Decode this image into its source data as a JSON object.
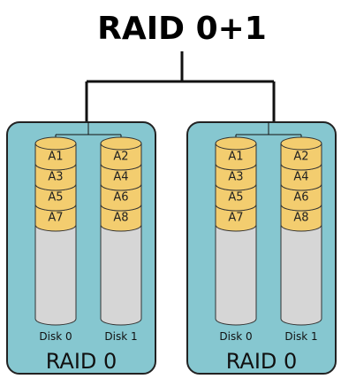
{
  "title": "RAID 0+1",
  "colors": {
    "group_fill": "#86c7d0",
    "group_stroke": "#222222",
    "block_fill": "#f3cd6f",
    "empty_fill": "#d6d6d6",
    "line": "#111111"
  },
  "groups": [
    {
      "label": "RAID 0",
      "disks": [
        {
          "label": "Disk 0",
          "blocks": [
            "A1",
            "A3",
            "A5",
            "A7"
          ]
        },
        {
          "label": "Disk 1",
          "blocks": [
            "A2",
            "A4",
            "A6",
            "A8"
          ]
        }
      ]
    },
    {
      "label": "RAID 0",
      "disks": [
        {
          "label": "Disk 0",
          "blocks": [
            "A1",
            "A3",
            "A5",
            "A7"
          ]
        },
        {
          "label": "Disk 1",
          "blocks": [
            "A2",
            "A4",
            "A6",
            "A8"
          ]
        }
      ]
    }
  ]
}
